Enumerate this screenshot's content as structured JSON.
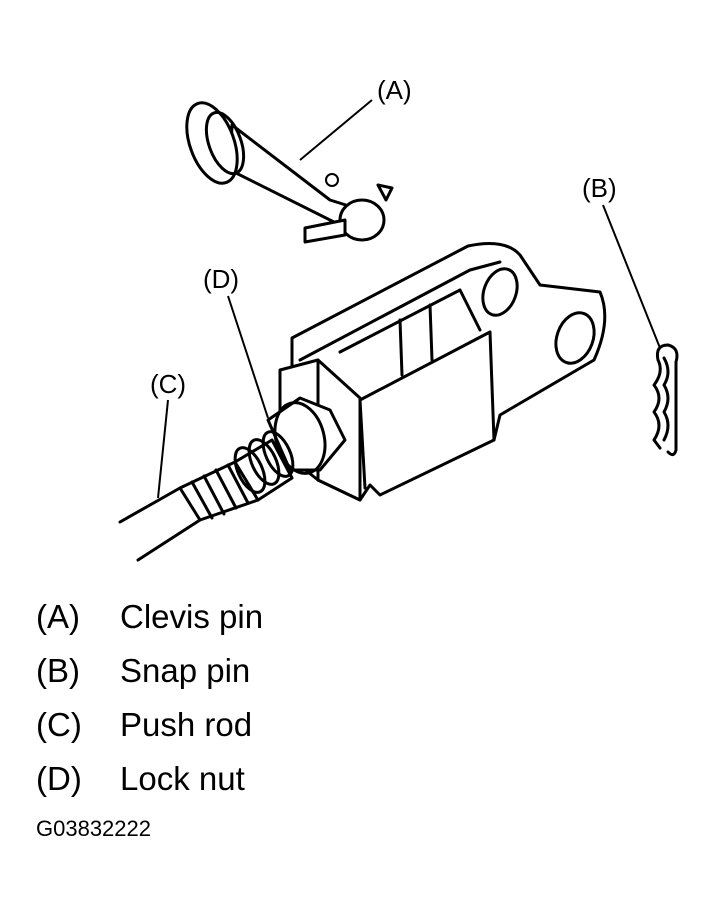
{
  "callouts": {
    "a": "(A)",
    "b": "(B)",
    "c": "(C)",
    "d": "(D)"
  },
  "legend": [
    {
      "key": "(A)",
      "name": "Clevis pin"
    },
    {
      "key": "(B)",
      "name": "Snap pin"
    },
    {
      "key": "(C)",
      "name": "Push rod"
    },
    {
      "key": "(D)",
      "name": "Lock nut"
    }
  ],
  "figure_code": "G03832222"
}
